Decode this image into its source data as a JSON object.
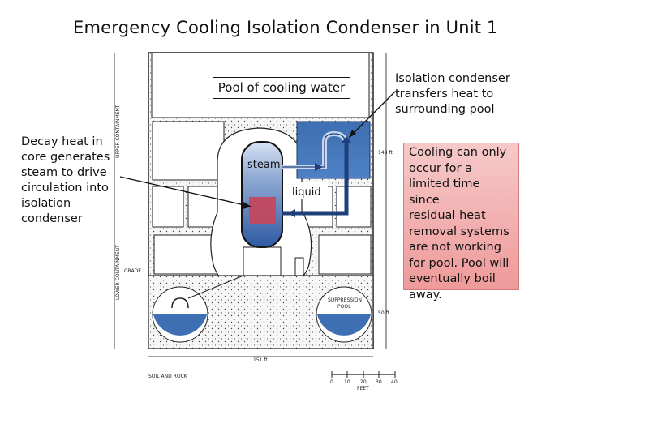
{
  "title": "Emergency  Cooling Isolation Condenser in Unit 1",
  "labels": {
    "pool": "Pool of cooling water",
    "steam": "steam",
    "liquid": "liquid",
    "left_callout": "Decay heat in\ncore generates\nsteam to drive\ncirculation into\nisolation\ncondenser",
    "right_callout": "Isolation condenser\ntransfers heat to\nsurrounding pool",
    "note": "Cooling can only\noccur for a\nlimited time since\nresidual heat\nremoval systems\nare not working\nfor pool.  Pool will\neventually boil\naway."
  },
  "drawing_labels": {
    "upper_containment": "UPPER CONTAINMENT",
    "lower_containment": "LOWER CONTAINMENT",
    "grade": "GRADE",
    "suppression_pool": "SUPPRESSION\nPOOL",
    "soil_rock": "SOIL AND ROCK",
    "height_upper": "148 ft",
    "height_lower": "50 ft",
    "width": "151 ft",
    "scale_ticks": [
      "0",
      "10",
      "20",
      "30",
      "40"
    ],
    "scale_unit": "FEET"
  },
  "colors": {
    "pool_blue": "#3f6fb3",
    "pipe_blue": "#1e3f7a",
    "core_red": "#c8455a",
    "note_pink": "#f4b4b4"
  }
}
